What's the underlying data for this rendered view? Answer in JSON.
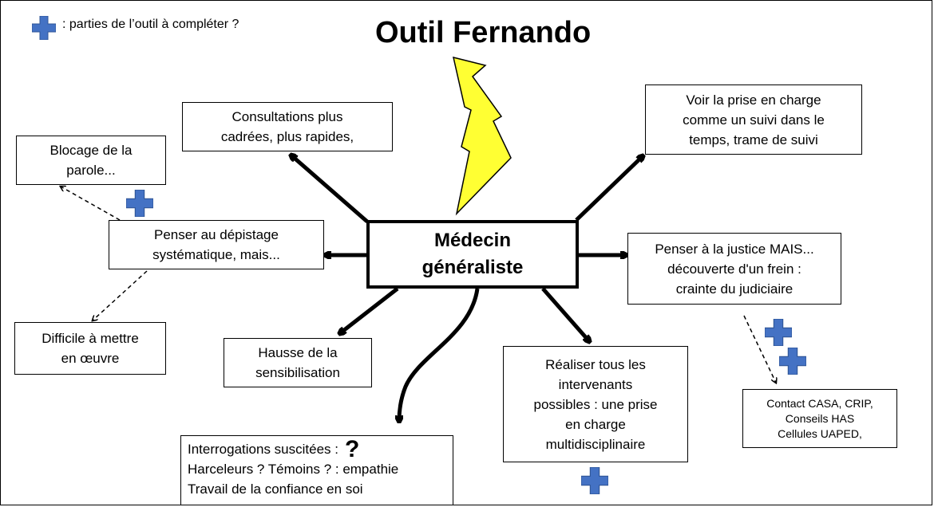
{
  "title": "Outil Fernando",
  "legend": {
    "text": ": parties de l’outil à compléter ?",
    "icon": "plus-icon",
    "color": "#4472C4"
  },
  "center": {
    "label": "Médecin\ngénéraliste"
  },
  "nodes": {
    "consultations": "Consultations plus\ncadrées, plus rapides,",
    "suivi": "Voir la prise en charge\ncomme un suivi dans le\ntemps, trame de suivi",
    "blocage": "Blocage de la\nparole...",
    "depistage": "Penser au dépistage\nsystématique, mais...",
    "difficile": "Difficile à mettre\nen œuvre",
    "justice": "Penser à la justice MAIS...\ndécouverte d'un frein :\ncrainte du judiciaire",
    "contact": "Contact CASA, CRIP,\nConseils HAS\nCellules UAPED,",
    "sensibilisation": "Hausse de la\nsensibilisation",
    "intervenants": "Réaliser tous les\nintervenants\npossibles : une prise\nen charge\nmultidisciplinaire",
    "interrogations": {
      "line1": "Interrogations suscitées :",
      "qmark": "?",
      "line2": "Harceleurs ? Témoins ? : empathie",
      "line3": "Travail de la confiance en soi"
    }
  },
  "colors": {
    "lightning": "#FFFF33",
    "plus": "#4472C4"
  }
}
